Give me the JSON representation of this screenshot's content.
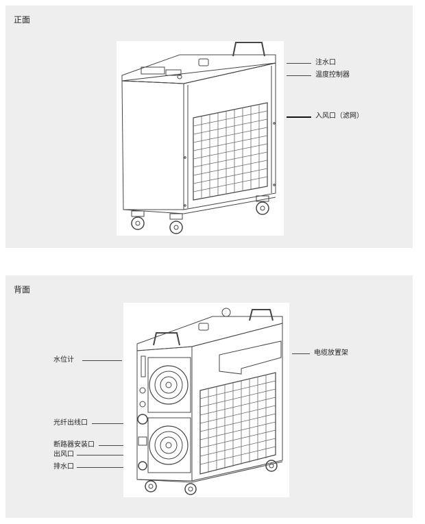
{
  "front": {
    "title": "正面",
    "labels": {
      "water_inlet": "注水口",
      "temp_controller": "温度控制器",
      "air_inlet": "入风口（滤网）"
    }
  },
  "back": {
    "title": "背面",
    "labels": {
      "water_gauge": "水位计",
      "fiber_outlet": "光纤出线口",
      "breaker_port": "断路器安装口",
      "air_outlet": "出风口",
      "drain": "排水口",
      "cable_rack": "电缆放置架"
    }
  }
}
